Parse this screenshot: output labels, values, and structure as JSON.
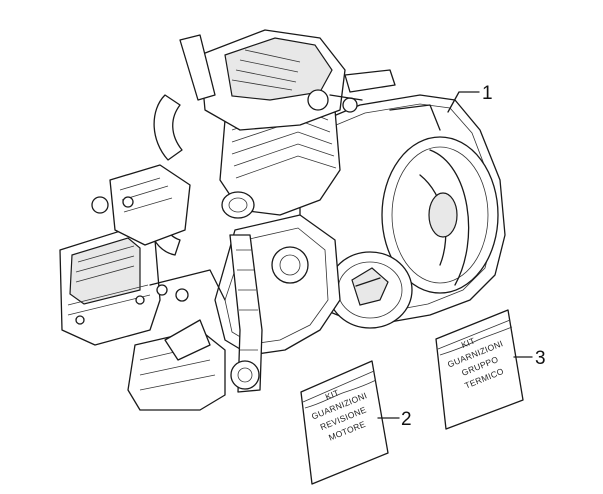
{
  "callouts": {
    "engine": "1",
    "kit_overhaul": "2",
    "kit_cylinder": "3"
  },
  "kit_overhaul": {
    "line1": "KIT",
    "line2": "GUARNIZIONI",
    "line3": "REVISIONE",
    "line4": "MOTORE"
  },
  "kit_cylinder": {
    "line1": "KIT",
    "line2": "GUARNIZIONI",
    "line3": "GRUPPO",
    "line4": "TERMICO"
  }
}
